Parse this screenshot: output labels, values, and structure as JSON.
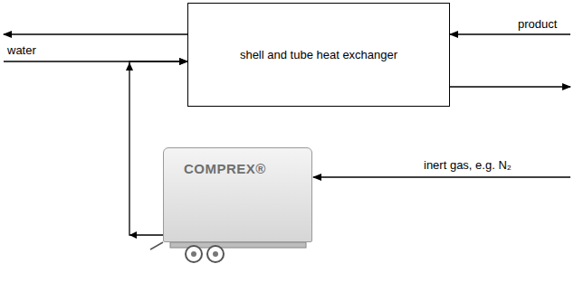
{
  "diagram": {
    "nodes": [
      {
        "text": [
          "shell and tube heat exchanger"
        ]
      },
      {
        "text": [
          "COMPREX®"
        ]
      }
    ],
    "edges": [
      {
        "from": 1,
        "to": 0,
        "arrow": "to"
      }
    ],
    "labels": [
      "product",
      "water",
      "inert gas, e.g. N₂"
    ]
  }
}
